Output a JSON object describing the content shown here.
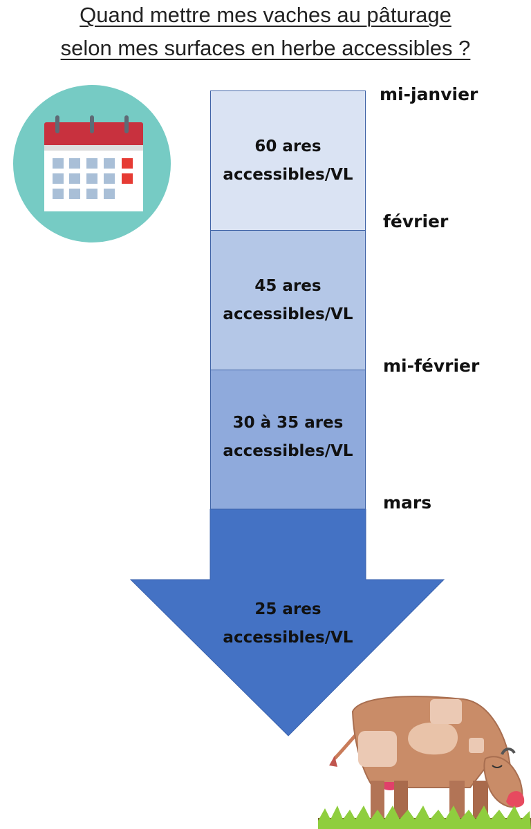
{
  "title": {
    "line1": "Quand mettre mes vaches au pâturage",
    "line2": "selon mes surfaces en herbe accessibles ?"
  },
  "stages": [
    {
      "label_line1": "60 ares",
      "label_line2": "accessibles/VL",
      "color": "#dae3f3"
    },
    {
      "label_line1": "45 ares",
      "label_line2": "accessibles/VL",
      "color": "#b4c7e7"
    },
    {
      "label_line1": "30 à 35 ares",
      "label_line2": "accessibles/VL",
      "color": "#8faadc"
    },
    {
      "label_line1": "25 ares",
      "label_line2": "accessibles/VL",
      "color": "#4472c4"
    }
  ],
  "months": [
    "mi-janvier",
    "février",
    "mi-février",
    "mars"
  ],
  "icons": {
    "calendar": "calendar-icon",
    "cow": "grazing-cow-illustration"
  }
}
